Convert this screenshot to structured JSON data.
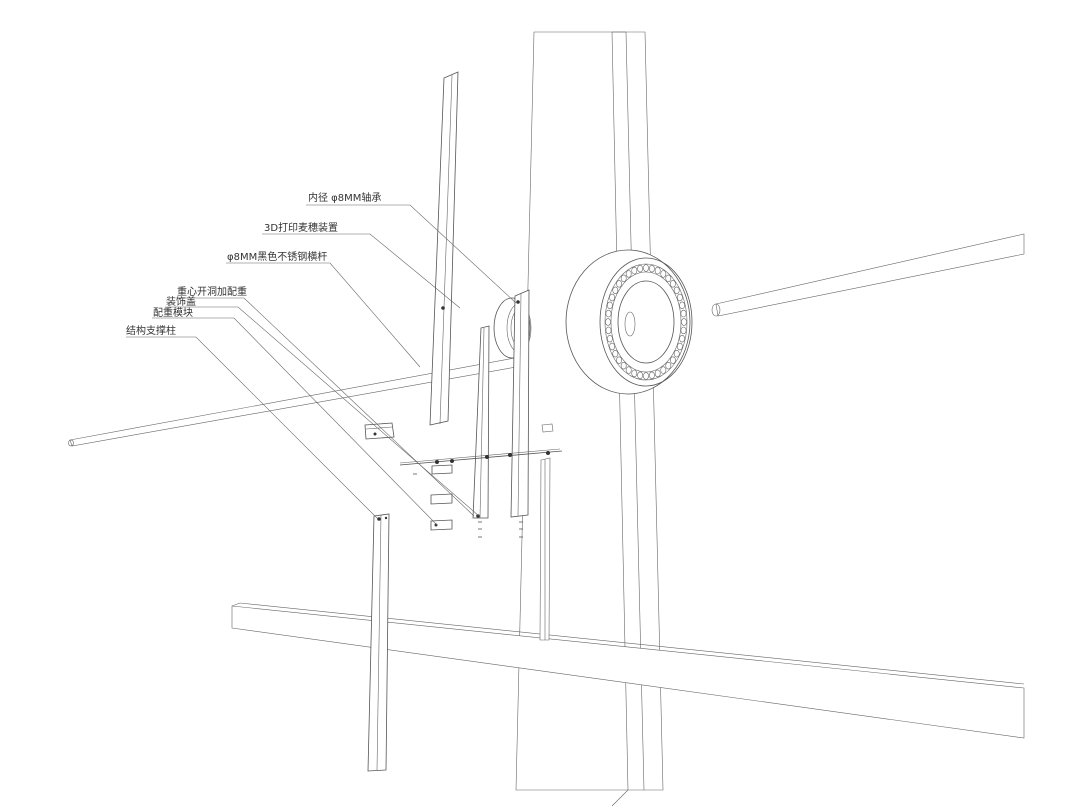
{
  "diagram": {
    "labels": {
      "bearing": "内径 φ8MM轴承",
      "print_device": "3D打印麦穗装置",
      "steel_rod": "φ8MM黑色不锈钢横杆",
      "counterweight_hole": "重心开洞加配重",
      "decor_cap": "装饰盖",
      "counterweight_module": "配重模块",
      "support_column": "结构支撑柱"
    },
    "colors": {
      "line": "#555555",
      "text": "#333333",
      "background": "#ffffff"
    }
  }
}
